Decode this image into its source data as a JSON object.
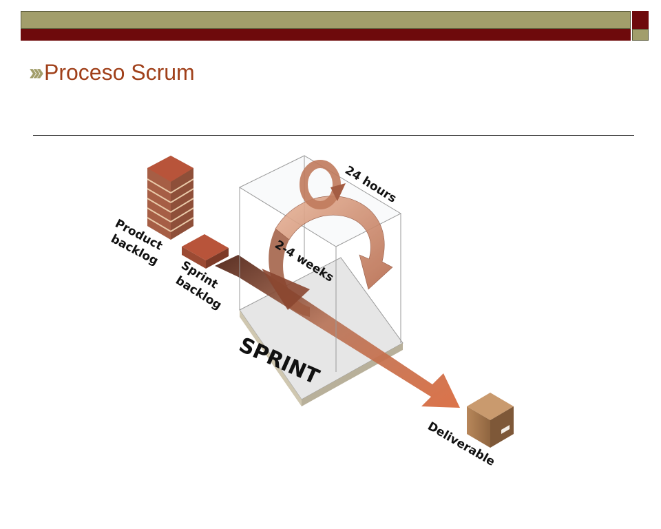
{
  "slide": {
    "title": "Proceso Scrum"
  },
  "diagram": {
    "labels": {
      "product_backlog_line1": "Product",
      "product_backlog_line2": "backlog",
      "sprint_backlog_line1": "Sprint",
      "sprint_backlog_line2": "backlog",
      "daily": "24 hours",
      "sprint_length": "2-4 weeks",
      "sprint": "SPRINT",
      "deliverable": "Deliverable"
    }
  },
  "colors": {
    "olive": "#A29E6B",
    "maroon": "#6E0A0C",
    "title": "#A0401A",
    "brick": "#B0553A",
    "arrow": "#C98060"
  }
}
